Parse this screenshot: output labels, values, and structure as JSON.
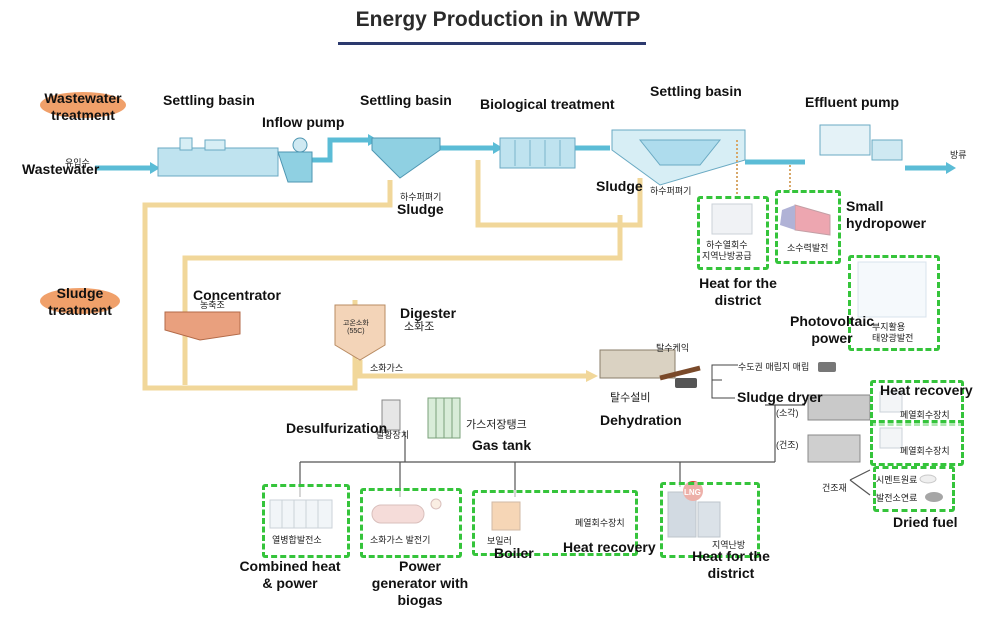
{
  "title": "Energy Production in WWTP",
  "sections": {
    "wastewater": "Wastewater\ntreatment",
    "sludge": "Sludge\ntreatment"
  },
  "labels": {
    "wastewater_in": "Wastewater",
    "settling1": "Settling basin",
    "inflow_pump": "Inflow pump",
    "settling2": "Settling basin",
    "biological": "Biological treatment",
    "settling3": "Settling basin",
    "effluent_pump": "Effluent pump",
    "sludge1": "Sludge",
    "sludge2": "Sludge",
    "small_hydro": "Small\nhydropower",
    "heat_district_top": "Heat for the\ndistrict",
    "photovoltaic": "Photovoltaic\npower",
    "concentrator": "Concentrator",
    "digester": "Digester",
    "dehydration": "Dehydration",
    "sludge_dryer": "Sludge dryer",
    "heat_recovery_right": "Heat recovery",
    "desulfurization": "Desulfurization",
    "gas_tank": "Gas tank",
    "chp": "Combined heat\n& power",
    "power_gen": "Power\ngenerator with\nbiogas",
    "boiler": "Boiler",
    "heat_recovery_bottom": "Heat recovery",
    "heat_district_bottom": "Heat for the\ndistrict",
    "dried_fuel": "Dried fuel"
  },
  "korean": {
    "hasu_piymgi1": "하수퍼펴기",
    "hasu_piymgi2": "하수퍼펴기",
    "heat_district_kr": "하수열회수\n지역난방공급",
    "small_hydro_kr": "소수력발전",
    "pv_kr": "부지활용\n태양광발전",
    "concentrator_kr": "농축조",
    "digester_kr": "소화조",
    "digester_tank_kr": "고온소화\n(55C)",
    "digest_gas_kr": "소화가스",
    "dehydrated_cake_kr": "탈수케익",
    "dehydration_kr": "탈수설비",
    "landfill_kr": "수도권 매립지 매립",
    "desulf_kr": "탈황장치",
    "gas_tank_kr": "가스저장탱크",
    "chp_kr": "열병합발전소",
    "power_gen_kr": "소화가스 발전기",
    "boiler_kr": "보일러",
    "heat_recovery_kr": "폐열회수장치",
    "district_kr": "지역난방",
    "waste_heat1_kr": "폐열회수장치",
    "waste_heat2_kr": "폐열회수장치",
    "cement_kr": "시멘트원료",
    "power_fuel_kr": "발전소연료",
    "building_material_kr": "건조재",
    "dry_kr": "(건조)",
    "burn_kr": "(소각)",
    "release_kr": "방류",
    "inflow_kr": "유입수",
    "lng": "LNG"
  },
  "colors": {
    "water_pipe": "#5bbcd6",
    "sludge_pipe": "#f1d79a",
    "highlight_box": "#35c43b",
    "oval": "#f0a06a",
    "title_rule": "#2c3a6e"
  }
}
